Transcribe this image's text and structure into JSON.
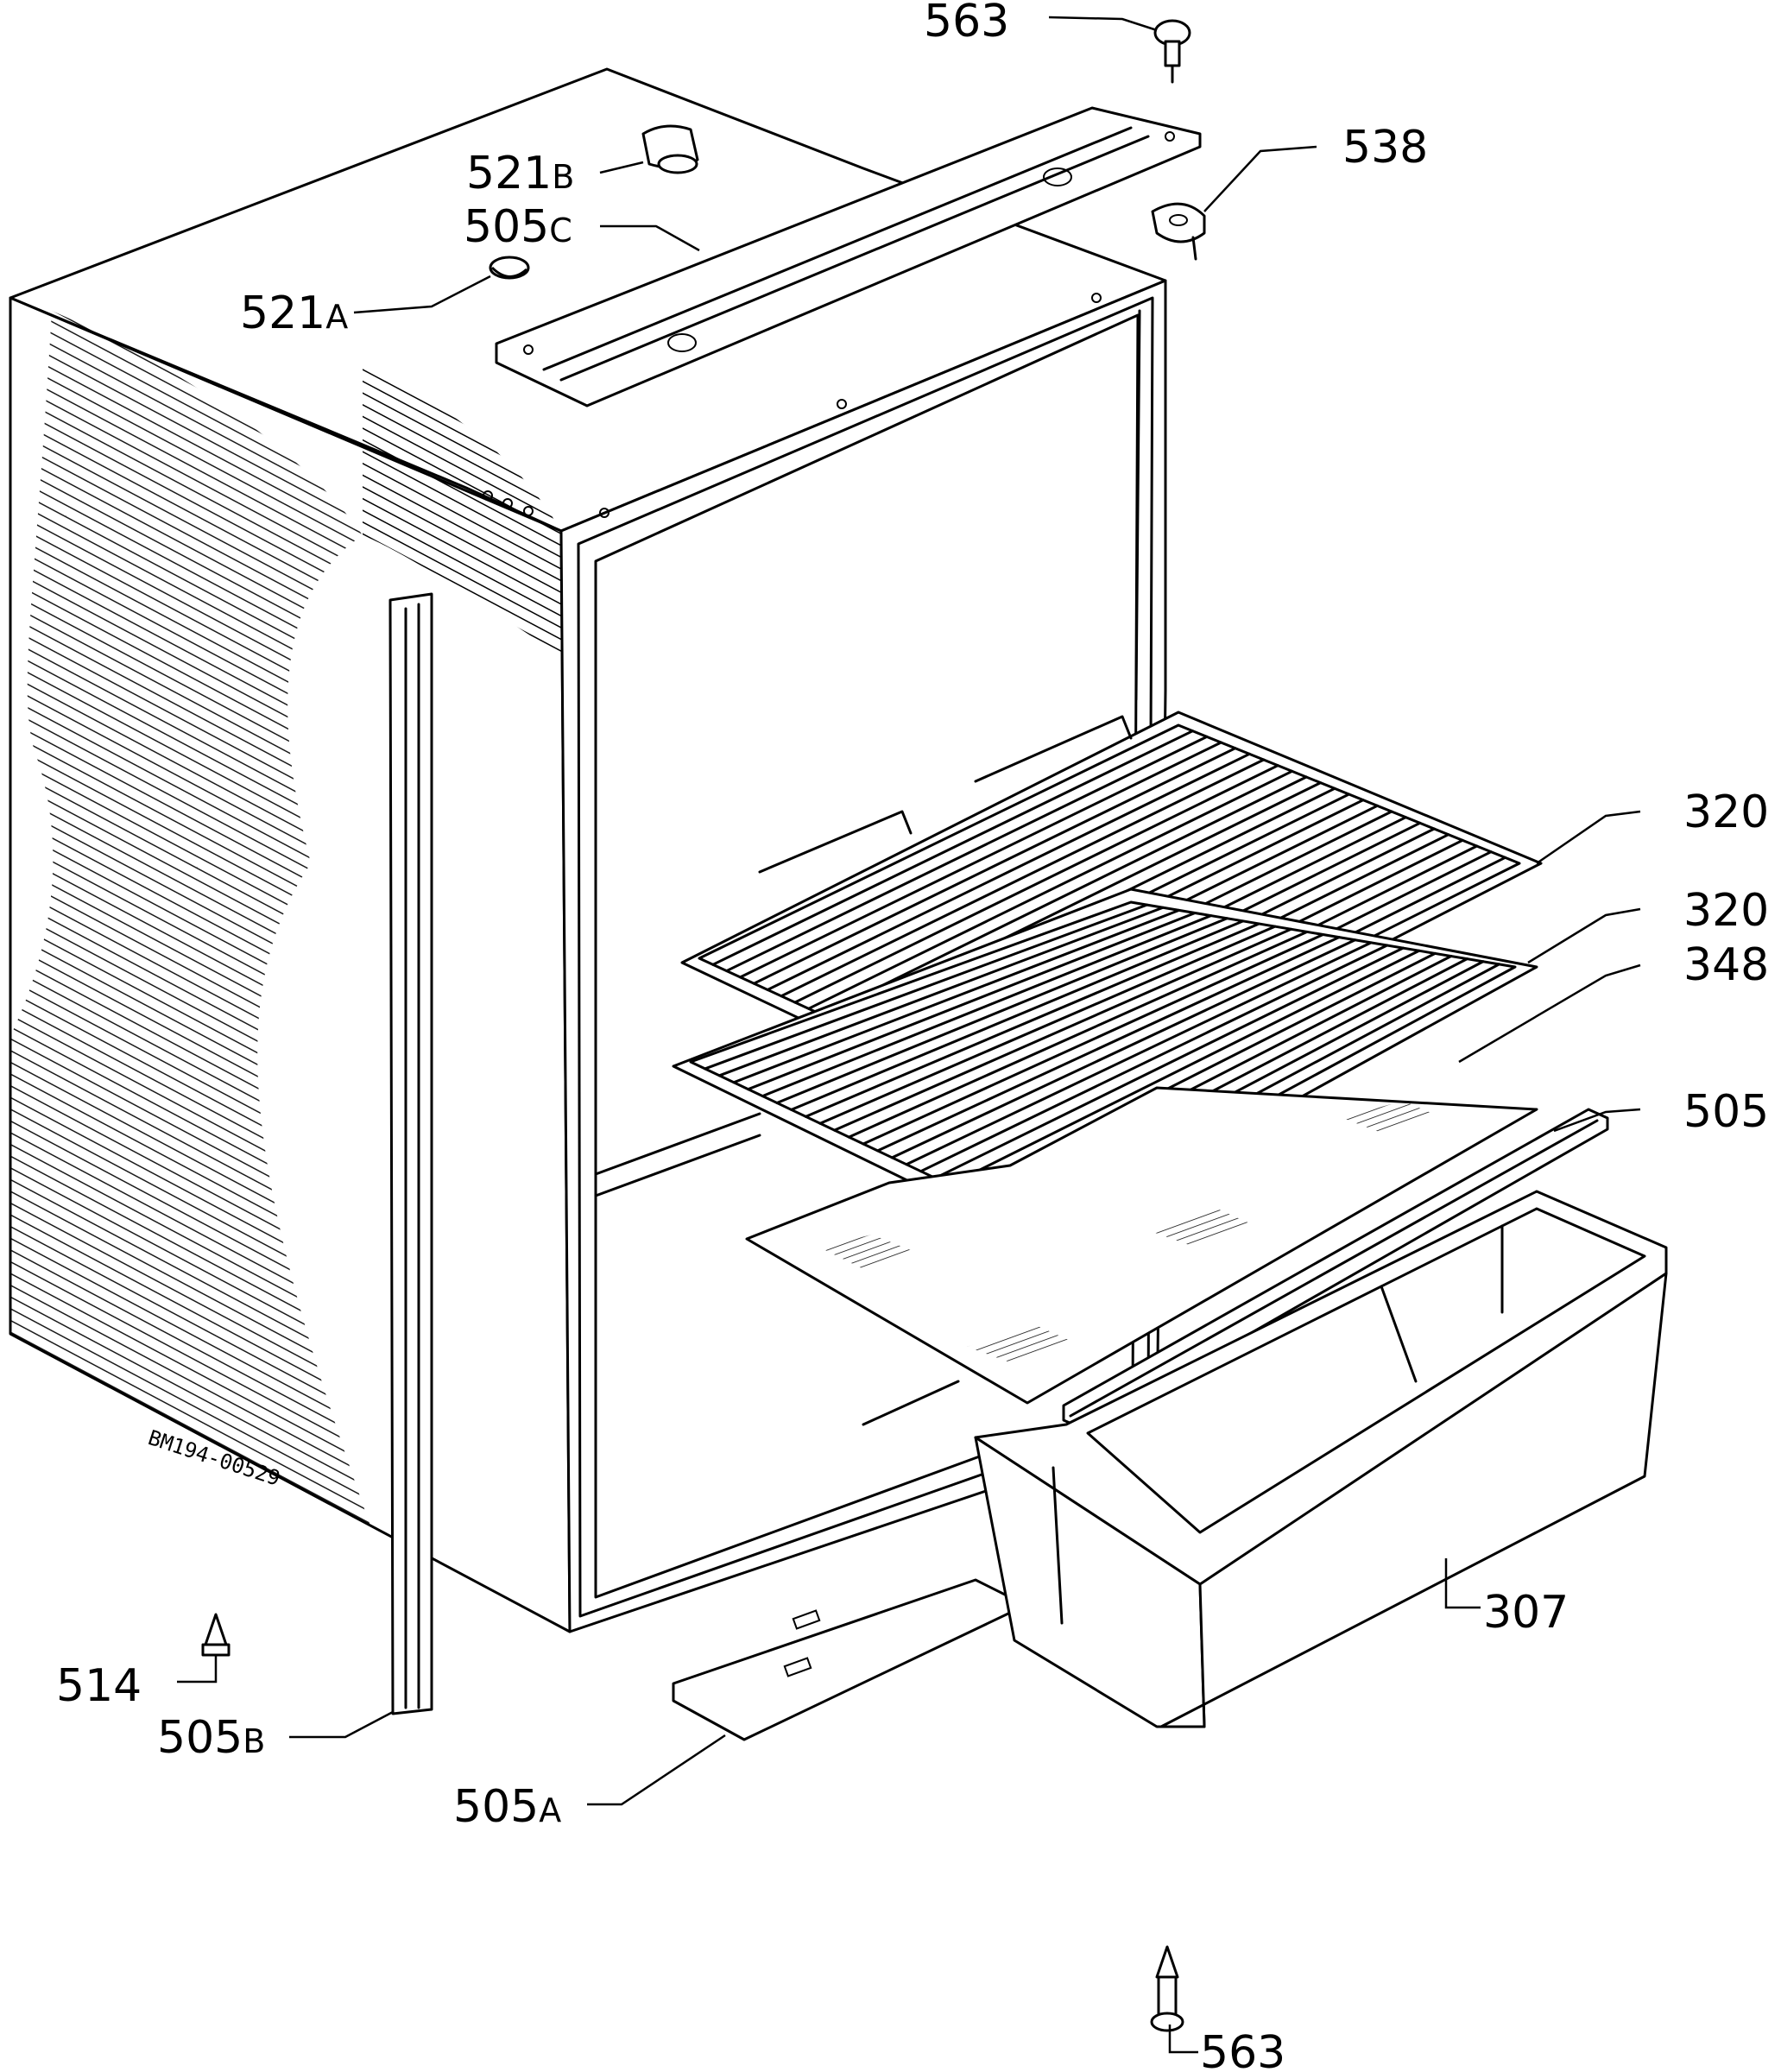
{
  "callouts": {
    "c563_top": {
      "num": "563",
      "suf": ""
    },
    "c521b": {
      "num": "521",
      "suf": "B"
    },
    "c505c": {
      "num": "505",
      "suf": "C"
    },
    "c521a": {
      "num": "521",
      "suf": "A"
    },
    "c538": {
      "num": "538",
      "suf": ""
    },
    "c320_a": {
      "num": "320",
      "suf": ""
    },
    "c320_b": {
      "num": "320",
      "suf": ""
    },
    "c348": {
      "num": "348",
      "suf": ""
    },
    "c505": {
      "num": "505",
      "suf": ""
    },
    "c307": {
      "num": "307",
      "suf": ""
    },
    "c514": {
      "num": "514",
      "suf": ""
    },
    "c505b": {
      "num": "505",
      "suf": "B"
    },
    "c505a": {
      "num": "505",
      "suf": "A"
    },
    "c563_bottom": {
      "num": "563",
      "suf": ""
    }
  },
  "drawing_code": "BM194-00529"
}
